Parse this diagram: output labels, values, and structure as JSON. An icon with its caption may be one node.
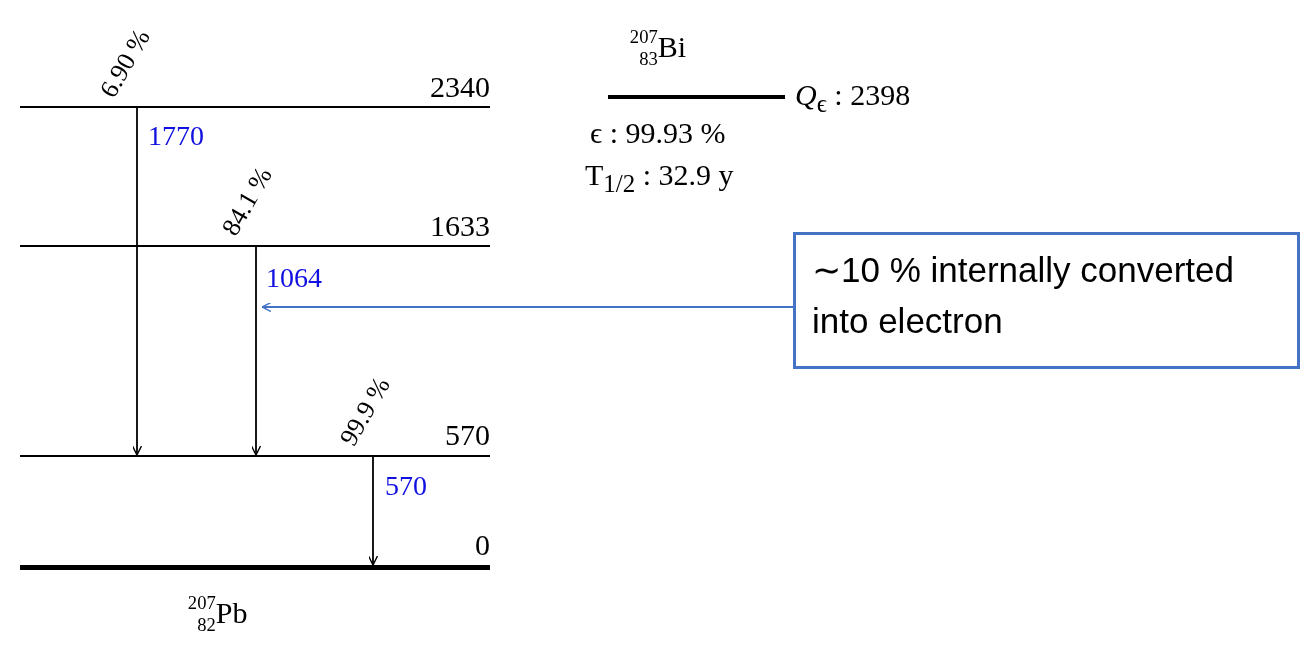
{
  "diagram": {
    "nodes": [
      {
        "text": [],
        "shape": "bar",
        "beside": [
          "2340"
        ]
      },
      {
        "text": [],
        "shape": "bar",
        "beside": [
          "1633"
        ]
      },
      {
        "text": [],
        "shape": "bar",
        "beside": [
          "570"
        ]
      },
      {
        "text": [],
        "shape": "bar",
        "beside": [
          "0",
          "$^{207}$$_{82}$Pb"
        ]
      },
      {
        "text": [],
        "shape": "bar",
        "beside": [
          "$^{207}$$_{83}$Bi",
          "*Q*$_{ϵ}$ : 2398",
          "ϵ : 99.93 %",
          "T$_{1/2}$ : 32.9 y"
        ]
      },
      {
        "text": [
          "∼10 % internally converted into electron"
        ]
      }
    ],
    "edges": [
      {
        "from": 0,
        "to": 2,
        "arrow": "to",
        "label": "1770"
      },
      {
        "from": 1,
        "to": 2,
        "arrow": "to",
        "label": "1064"
      },
      {
        "from": 2,
        "to": 3,
        "arrow": "to",
        "label": "570"
      },
      {
        "from": 5,
        "to": null,
        "arrow": "to",
        "color": "#4472c4"
      }
    ],
    "labels": [
      "6.90 %",
      "84.1 %",
      "99.9 %"
    ]
  }
}
